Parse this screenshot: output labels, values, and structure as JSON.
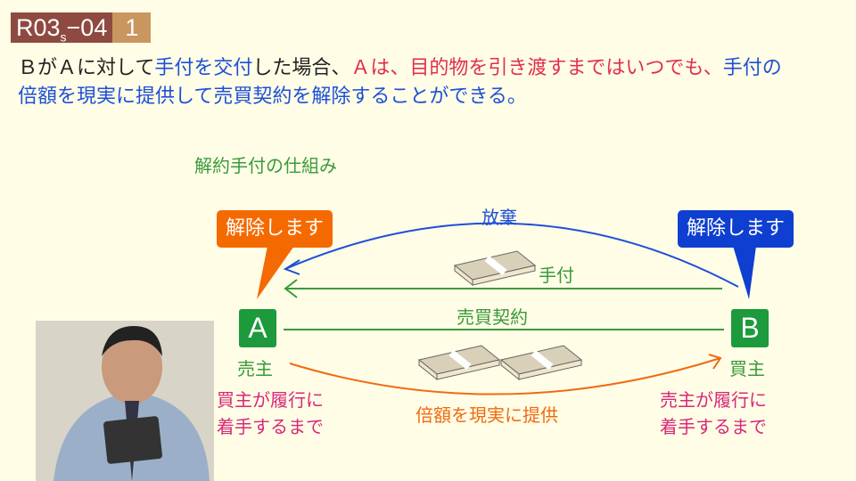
{
  "badge": {
    "code": "R03",
    "sub": "s",
    "suffix": "−04",
    "number": "1"
  },
  "statement": {
    "l1_a": "ＢがＡに対して",
    "l1_b": "手付を交付",
    "l1_c": "した場合、",
    "l1_d": "Ａは、目的物を引き渡すまではいつでも、",
    "l1_e": "手付の",
    "l2": "倍額を現実に提供して売買契約を解除することができる。"
  },
  "diagram": {
    "title": "解約手付の仕組み",
    "seller_bubble": "解除します",
    "buyer_bubble": "解除します",
    "party_a": "A",
    "party_b": "B",
    "party_a_role": "売主",
    "party_b_role": "買主",
    "arrow_forfeit": "放棄",
    "arrow_deposit": "手付",
    "contract": "売買契約",
    "arrow_double": "倍額を現実に提供",
    "seller_condition_1": "買主が履行に",
    "seller_condition_2": "着手するまで",
    "buyer_condition_1": "売主が履行に",
    "buyer_condition_2": "着手するまで"
  },
  "colors": {
    "blue": "#1E4FD8",
    "green": "#3A9A3A",
    "orange": "#F06A10",
    "pink": "#D8287A"
  }
}
